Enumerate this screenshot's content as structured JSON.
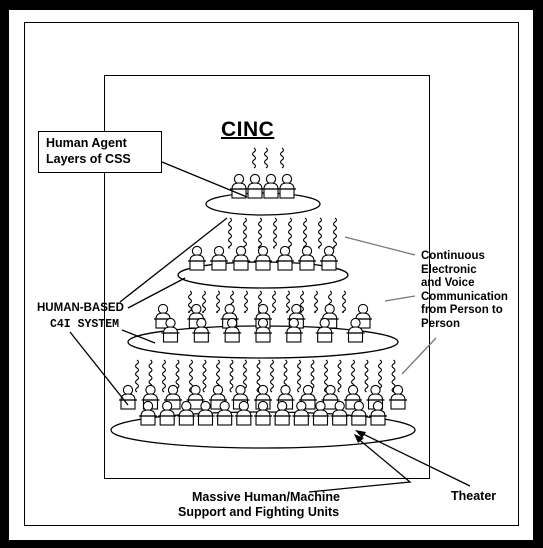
{
  "diagram": {
    "top_label": "CINC",
    "layers_box": {
      "line1": "Human Agent",
      "line2": "Layers of CSS"
    },
    "system_label": {
      "line1": "HUMAN-BASED",
      "line2": "C4I SYSTEM"
    },
    "communication_note": {
      "line1": "Continuous",
      "line2": "Electronic",
      "line3": "and Voice",
      "line4": "Communication",
      "line5": "from Person to",
      "line6": "Person"
    },
    "theater_label": "Theater",
    "units_label": {
      "line1": "Massive Human/Machine",
      "line2": "Support and Fighting Units"
    },
    "tiers": [
      {
        "people": 4
      },
      {
        "people": 7
      },
      {
        "people": 14
      },
      {
        "people": 26
      }
    ]
  }
}
